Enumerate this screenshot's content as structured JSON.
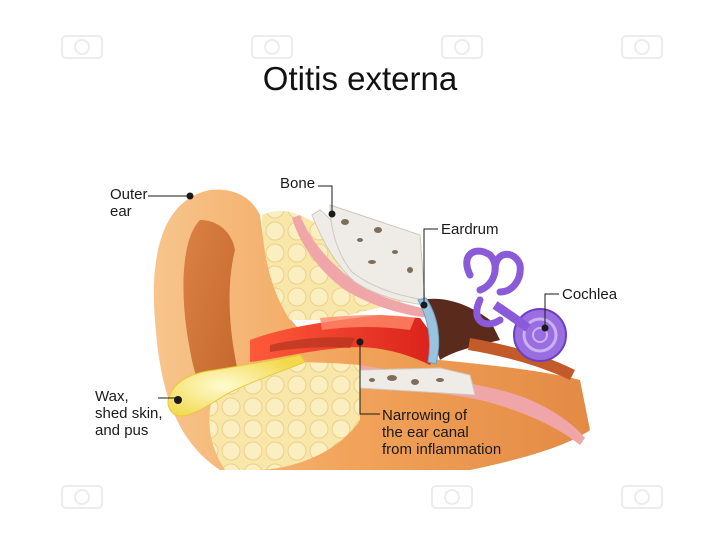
{
  "title": "Otitis externa",
  "labels": {
    "outer_ear": [
      "Outer",
      "ear"
    ],
    "bone": "Bone",
    "eardrum": "Eardrum",
    "cochlea": "Cochlea",
    "wax": [
      "Wax,",
      "shed skin,",
      "and pus"
    ],
    "narrowing": [
      "Narrowing of",
      "the ear canal",
      "from inflammation"
    ]
  },
  "colors": {
    "skin_outer": "#f2a35a",
    "skin_inner": "#c8622a",
    "fat": "#f8e7a8",
    "bone": "#efece7",
    "canal_inflamed": "#e8301e",
    "cochlea": "#8a5ad8",
    "eardrum": "#9ac3e0",
    "wax": "#f6e760"
  },
  "icons": [
    "watermark-camera-icon"
  ]
}
